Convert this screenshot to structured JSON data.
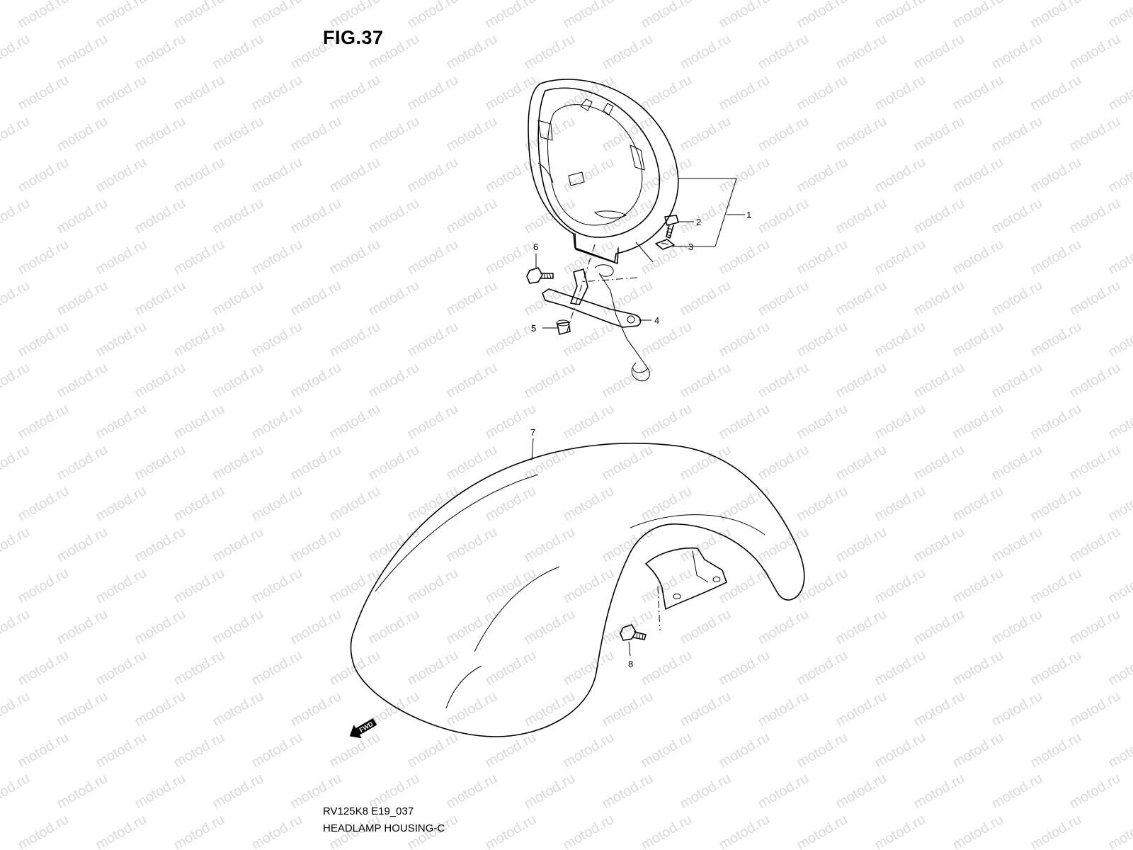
{
  "figure": {
    "title": "FIG.37",
    "code": "RV125K8 E19_037",
    "caption": "HEADLAMP HOUSING-C",
    "watermark_text": "motod.ru",
    "fwd_label": "FWD"
  },
  "callouts": [
    {
      "id": "1",
      "label": "1"
    },
    {
      "id": "2",
      "label": "2"
    },
    {
      "id": "3",
      "label": "3"
    },
    {
      "id": "4",
      "label": "4"
    },
    {
      "id": "5",
      "label": "5"
    },
    {
      "id": "6",
      "label": "6"
    },
    {
      "id": "7",
      "label": "7"
    },
    {
      "id": "8",
      "label": "8"
    }
  ],
  "colors": {
    "line": "#000000",
    "watermark": "#d9d9d9",
    "background": "#ffffff"
  }
}
